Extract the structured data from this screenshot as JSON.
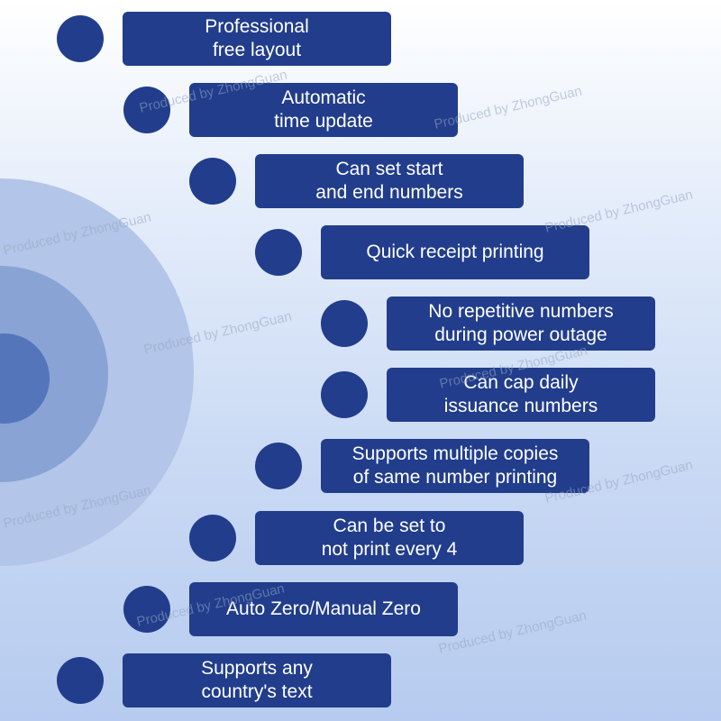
{
  "features": [
    {
      "text": "Professional\nfree layout"
    },
    {
      "text": "Automatic\ntime update"
    },
    {
      "text": "Can set start\nand end numbers"
    },
    {
      "text": "Quick receipt printing"
    },
    {
      "text": "No repetitive numbers\nduring power outage"
    },
    {
      "text": "Can cap daily\nissuance numbers"
    },
    {
      "text": "Supports multiple copies\nof same number printing"
    },
    {
      "text": "Can be set to\nnot print every 4"
    },
    {
      "text": "Auto Zero/Manual Zero"
    },
    {
      "text": "Supports any\ncountry's text"
    }
  ],
  "watermark": "Produced by ZhongGuan",
  "colors": {
    "box": "#213d8c",
    "text": "#ffffff"
  }
}
